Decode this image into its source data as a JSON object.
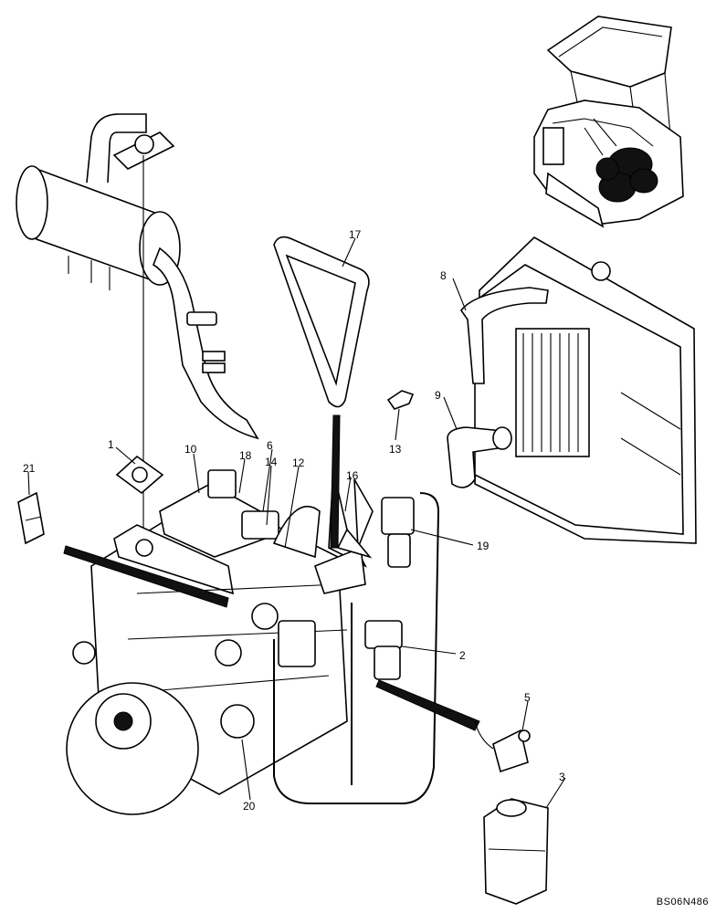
{
  "figure": {
    "reference_code": "BS06N486",
    "callouts": [
      {
        "id": "c1",
        "label": "1"
      },
      {
        "id": "c2",
        "label": "2"
      },
      {
        "id": "c3",
        "label": "3"
      },
      {
        "id": "c5",
        "label": "5"
      },
      {
        "id": "c6",
        "label": "6"
      },
      {
        "id": "c8",
        "label": "8"
      },
      {
        "id": "c9",
        "label": "9"
      },
      {
        "id": "c10",
        "label": "10"
      },
      {
        "id": "c12",
        "label": "12"
      },
      {
        "id": "c13",
        "label": "13"
      },
      {
        "id": "c14",
        "label": "14"
      },
      {
        "id": "c16",
        "label": "16"
      },
      {
        "id": "c17",
        "label": "17"
      },
      {
        "id": "c18",
        "label": "18"
      },
      {
        "id": "c19",
        "label": "19"
      },
      {
        "id": "c20",
        "label": "20"
      },
      {
        "id": "c21",
        "label": "21"
      }
    ]
  }
}
